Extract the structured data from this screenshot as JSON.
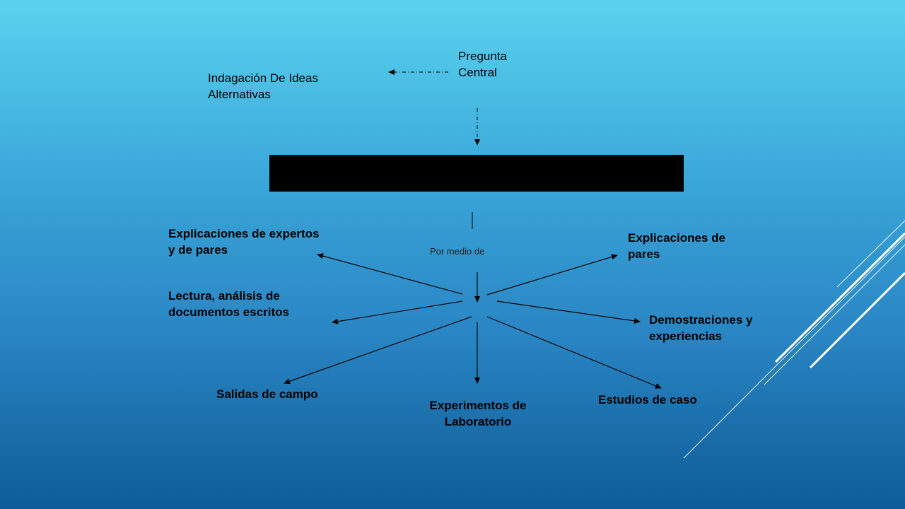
{
  "diagram": {
    "top_question": "Pregunta\nCentral",
    "alt_ideas": "Indagación De Ideas\nAlternativas",
    "connector": "Por medio de",
    "nodes": {
      "expert_explanations": "Explicaciones de expertos\ny de pares",
      "peer_explanations": "Explicaciones de\npares",
      "reading": "Lectura, análisis de\ndocumentos escritos",
      "demonstrations": "Demostraciones y\nexperiencias",
      "field_trips": "Salidas de campo",
      "lab_experiments": "Experimentos de\nLaboratorio",
      "case_studies": "Estudios de caso"
    }
  }
}
